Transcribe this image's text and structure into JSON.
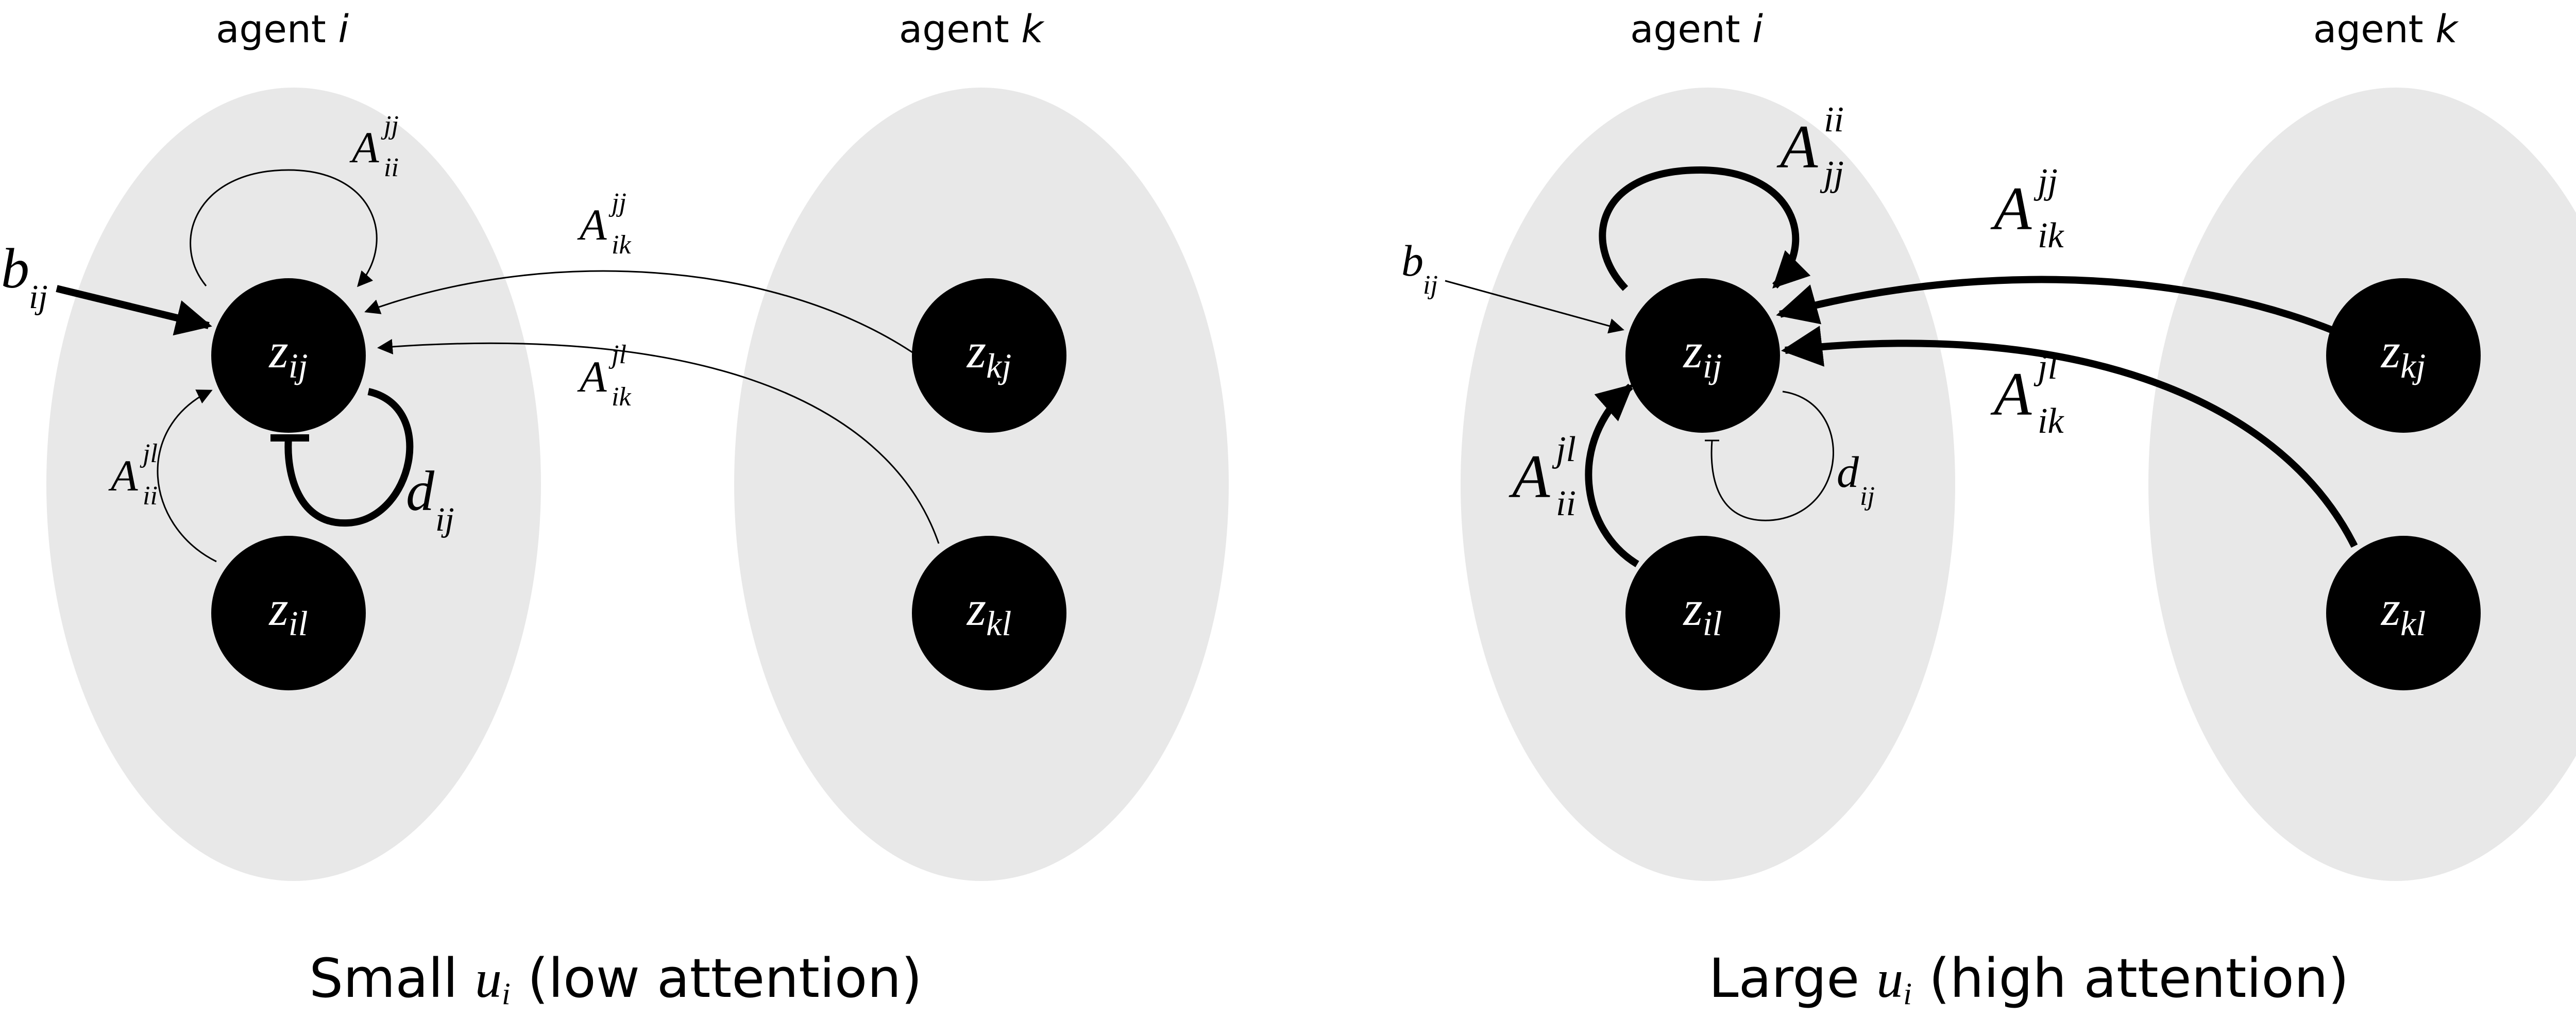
{
  "panels": [
    {
      "agent_i_prefix": "agent ",
      "agent_i_var": "i",
      "agent_k_prefix": "agent ",
      "agent_k_var": "k",
      "caption_left": "Small ",
      "caption_var": "u",
      "caption_sub": "i",
      "caption_right": " (low attention)",
      "nodes": {
        "zij": {
          "base": "z",
          "sub": "ij"
        },
        "zil": {
          "base": "z",
          "sub": "il"
        },
        "zkj": {
          "base": "z",
          "sub": "kj"
        },
        "zkl": {
          "base": "z",
          "sub": "kl"
        }
      },
      "labels": {
        "self_loop": {
          "base": "A",
          "sup": "jj",
          "sub": "ii"
        },
        "from_kj": {
          "base": "A",
          "sup": "jj",
          "sub": "ik"
        },
        "from_kl": {
          "base": "A",
          "sup": "jl",
          "sub": "ik"
        },
        "from_il": {
          "base": "A",
          "sup": "jl",
          "sub": "ii"
        },
        "decay": {
          "base": "d",
          "sub": "ij"
        },
        "input": {
          "base": "b",
          "sub": "ij"
        }
      }
    },
    {
      "agent_i_prefix": "agent ",
      "agent_i_var": "i",
      "agent_k_prefix": "agent ",
      "agent_k_var": "k",
      "caption_left": "Large ",
      "caption_var": "u",
      "caption_sub": "i",
      "caption_right": " (high attention)",
      "nodes": {
        "zij": {
          "base": "z",
          "sub": "ij"
        },
        "zil": {
          "base": "z",
          "sub": "il"
        },
        "zkj": {
          "base": "z",
          "sub": "kj"
        },
        "zkl": {
          "base": "z",
          "sub": "kl"
        }
      },
      "labels": {
        "self_loop": {
          "base": "A",
          "sup": "ii",
          "sub": "jj"
        },
        "from_kj": {
          "base": "A",
          "sup": "jj",
          "sub": "ik"
        },
        "from_kl": {
          "base": "A",
          "sup": "jl",
          "sub": "ik"
        },
        "from_il": {
          "base": "A",
          "sup": "jl",
          "sub": "ii"
        },
        "decay": {
          "base": "d",
          "sub": "ij"
        },
        "input": {
          "base": "b",
          "sub": "ij"
        }
      }
    }
  ]
}
